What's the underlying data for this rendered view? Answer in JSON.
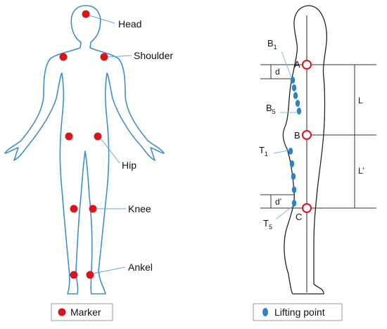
{
  "left_figure": {
    "labels": {
      "head": "Head",
      "shoulder": "Shoulder",
      "hip": "Hip",
      "knee": "Knee",
      "ankle": "Ankel"
    },
    "legend_label": "Marker",
    "colors": {
      "marker": "#d9141b",
      "outline": "#3f8fce"
    }
  },
  "right_figure": {
    "points": {
      "a": "A",
      "b": "B",
      "c": "C"
    },
    "lifting_labels": {
      "b1": "B",
      "b1_sub": "1",
      "b5": "B",
      "b5_sub": "5",
      "t1": "T",
      "t1_sub": "1",
      "t5": "T",
      "t5_sub": "5"
    },
    "dims": {
      "d": "d",
      "d_prime": "d’",
      "l": "L",
      "l_prime": "L’"
    },
    "legend_label": "Lifting point",
    "colors": {
      "point": "#2a84c4",
      "ring": "#d9141b",
      "outline": "#222222"
    }
  }
}
